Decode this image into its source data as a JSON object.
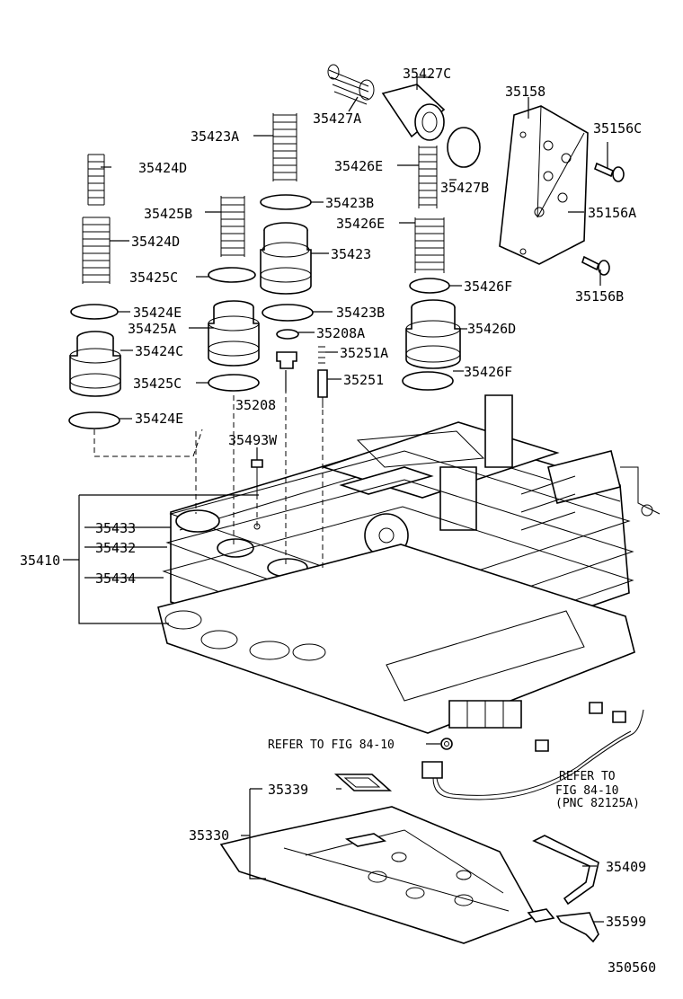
{
  "labels": {
    "p35427c": "35427C",
    "p35427a": "35427A",
    "p35158": "35158",
    "p35156c": "35156C",
    "p35423a": "35423A",
    "p35426e_1": "35426E",
    "p35427b": "35427B",
    "p35424d_1": "35424D",
    "p35156a": "35156A",
    "p35423b_1": "35423B",
    "p35425b": "35425B",
    "p35426e_2": "35426E",
    "p35424d_2": "35424D",
    "p35423": "35423",
    "p35425c_1": "35425C",
    "p35426f_1": "35426F",
    "p35156b": "35156B",
    "p35424e_1": "35424E",
    "p35423b_2": "35423B",
    "p35425a": "35425A",
    "p35208a": "35208A",
    "p35426d": "35426D",
    "p35424c": "35424C",
    "p35251a": "35251A",
    "p35425c_2": "35425C",
    "p35251": "35251",
    "p35426f_2": "35426F",
    "p35208": "35208",
    "p35424e_2": "35424E",
    "p35493w": "35493W",
    "p35433": "35433",
    "p35432": "35432",
    "p35410": "35410",
    "p35434": "35434",
    "ref_1": "REFER TO FIG 84-10",
    "ref_2_line1": "REFER TO",
    "ref_2_line2": "FIG 84-10",
    "ref_2_line3": "(PNC 82125A)",
    "p35339": "35339",
    "p35330": "35330",
    "p35409": "35409",
    "p35599": "35599",
    "figure_number": "350560"
  }
}
